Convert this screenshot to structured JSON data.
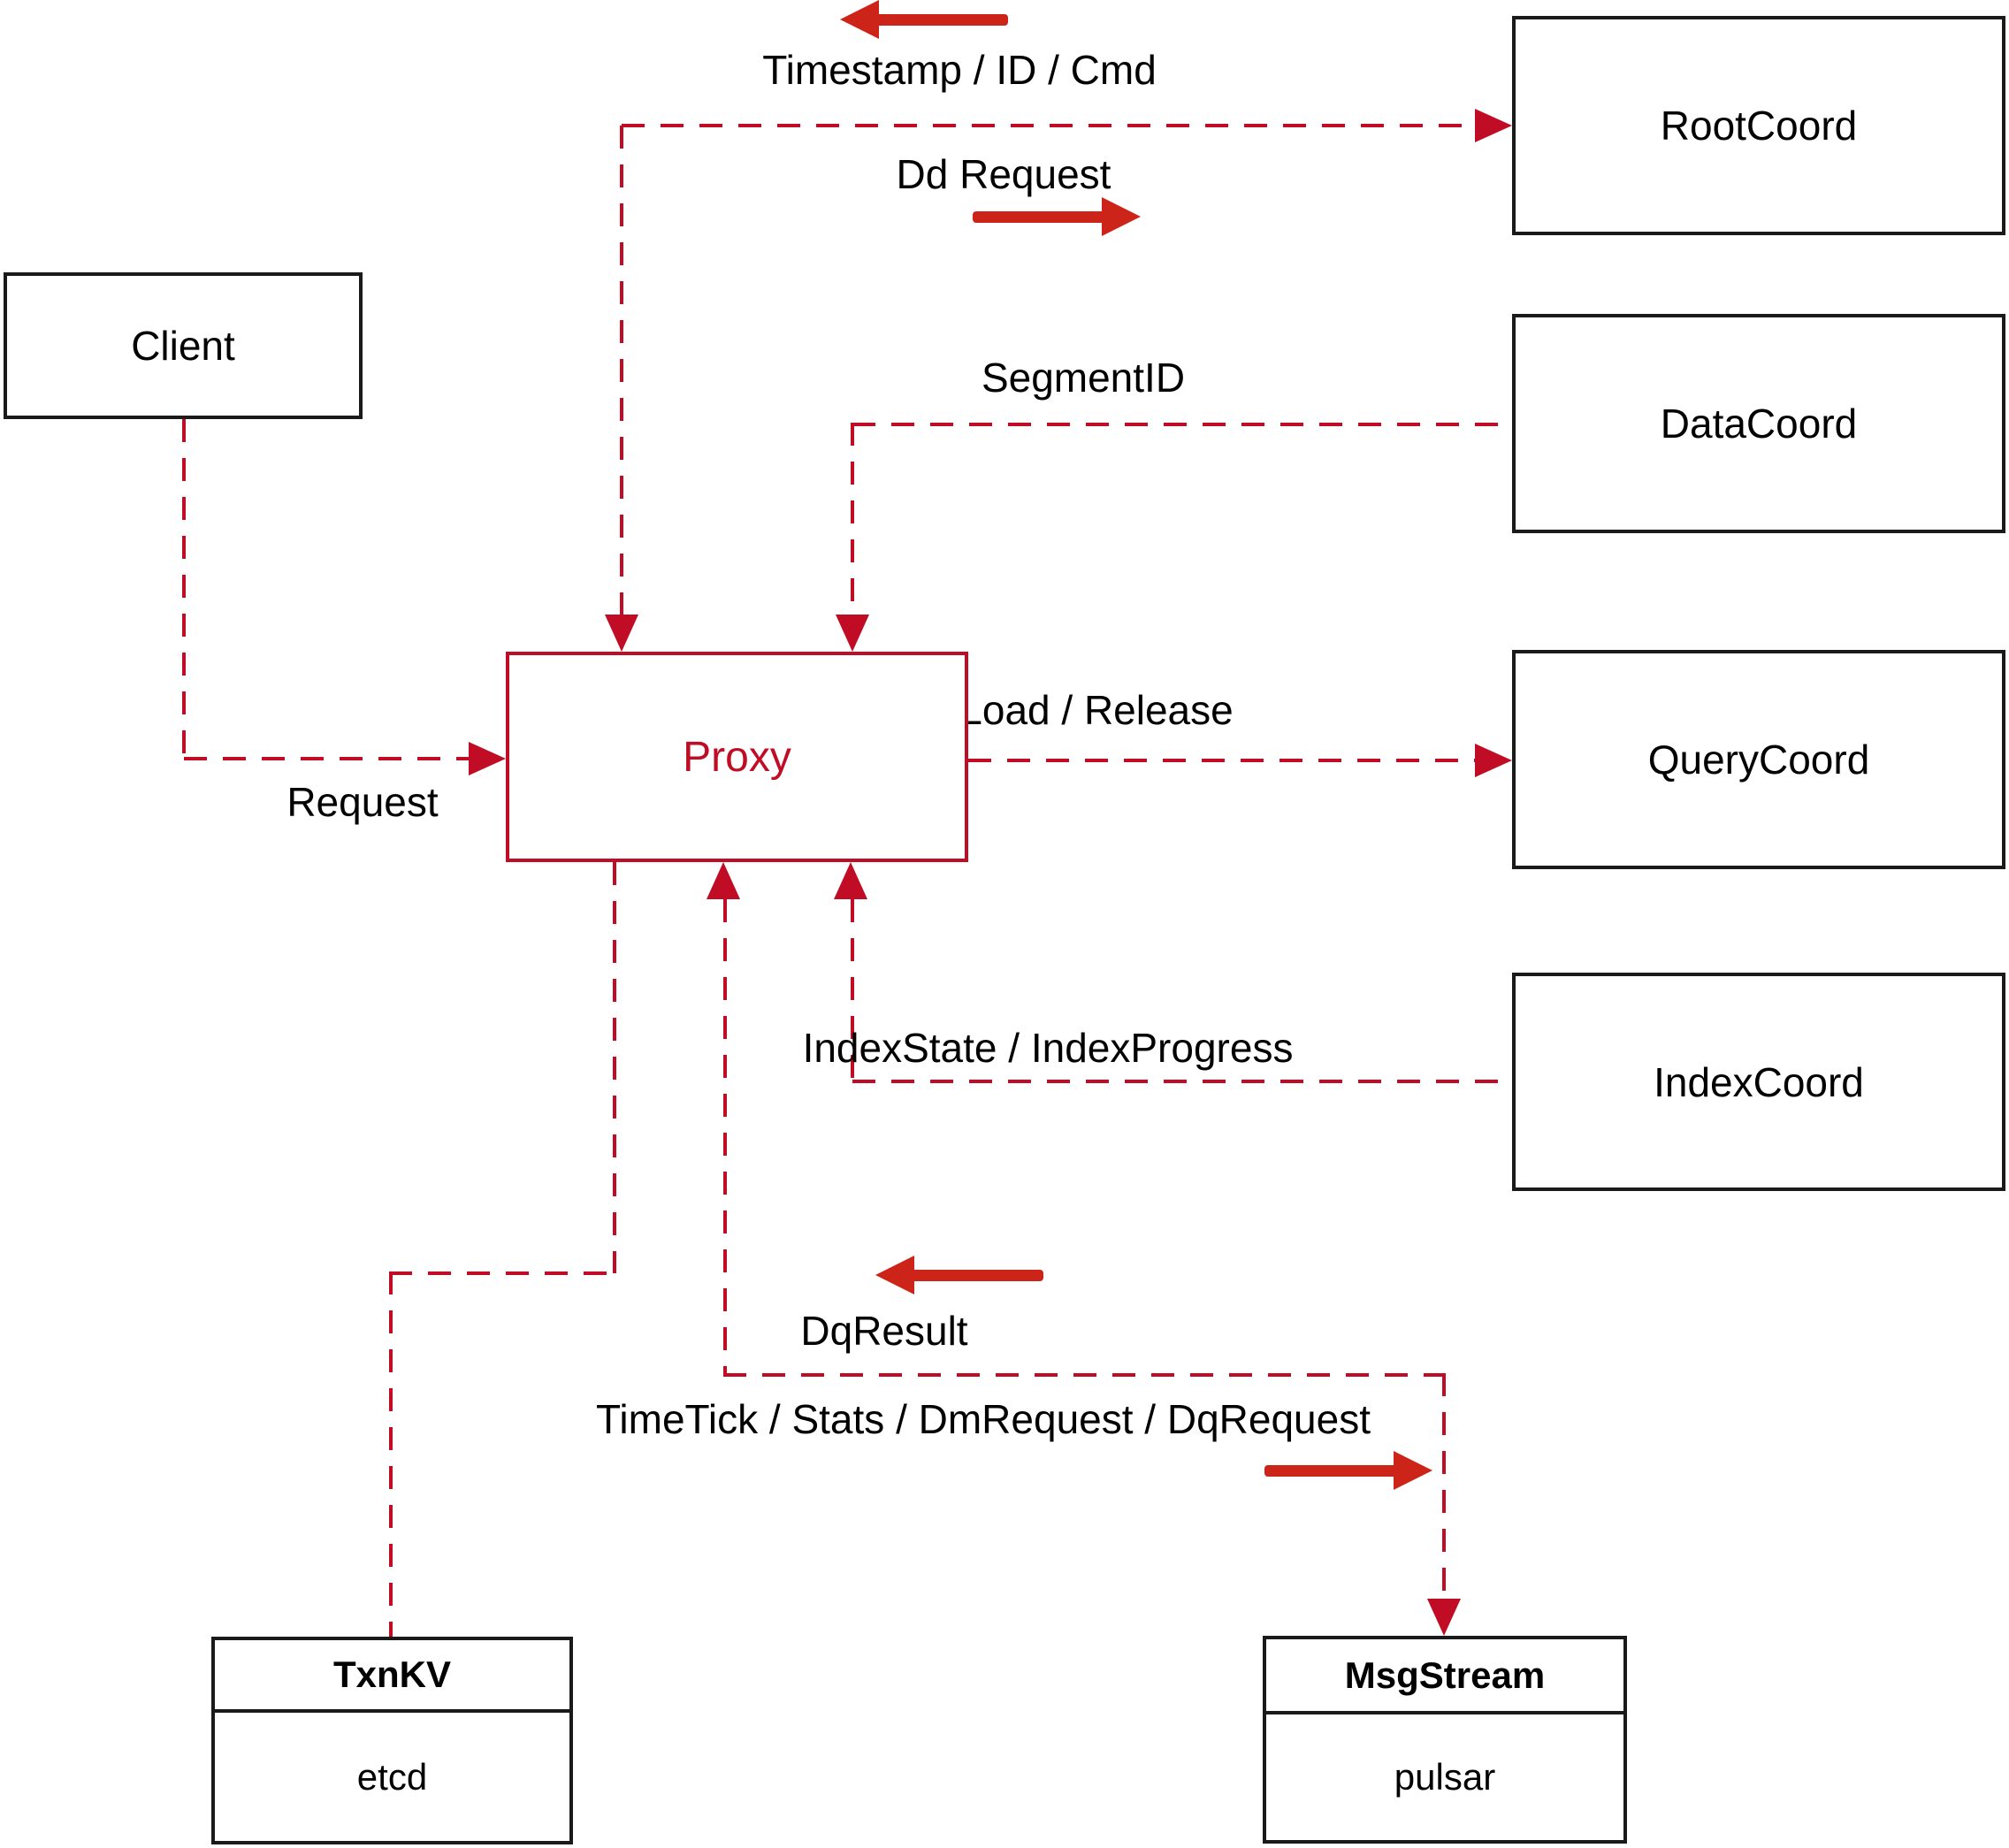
{
  "diagram_title": "Proxy interaction diagram",
  "colors": {
    "line_red": "#c00c24",
    "arrow_red": "#cc2418",
    "box_border": "#1a1a1a",
    "text": "#000000"
  },
  "nodes": {
    "client": {
      "label": "Client"
    },
    "proxy": {
      "label": "Proxy"
    },
    "root_coord": {
      "label": "RootCoord"
    },
    "data_coord": {
      "label": "DataCoord"
    },
    "query_coord": {
      "label": "QueryCoord"
    },
    "index_coord": {
      "label": "IndexCoord"
    },
    "txn_kv": {
      "title": "TxnKV",
      "subtitle": "etcd"
    },
    "msg_stream": {
      "title": "MsgStream",
      "subtitle": "pulsar"
    }
  },
  "edges": {
    "root_to_proxy": {
      "label": "Timestamp / ID / Cmd",
      "direction": "left"
    },
    "proxy_to_root": {
      "label": "Dd Request",
      "direction": "right"
    },
    "data_to_proxy": {
      "label": "SegmentID"
    },
    "proxy_to_query": {
      "label": "Load / Release"
    },
    "index_to_proxy": {
      "label": "IndexState / IndexProgress"
    },
    "client_to_proxy": {
      "label": "Request"
    },
    "msg_to_proxy": {
      "label": "DqResult",
      "direction": "left"
    },
    "proxy_to_msg": {
      "label": "TimeTick / Stats / DmRequest / DqRequest",
      "direction": "right"
    }
  }
}
